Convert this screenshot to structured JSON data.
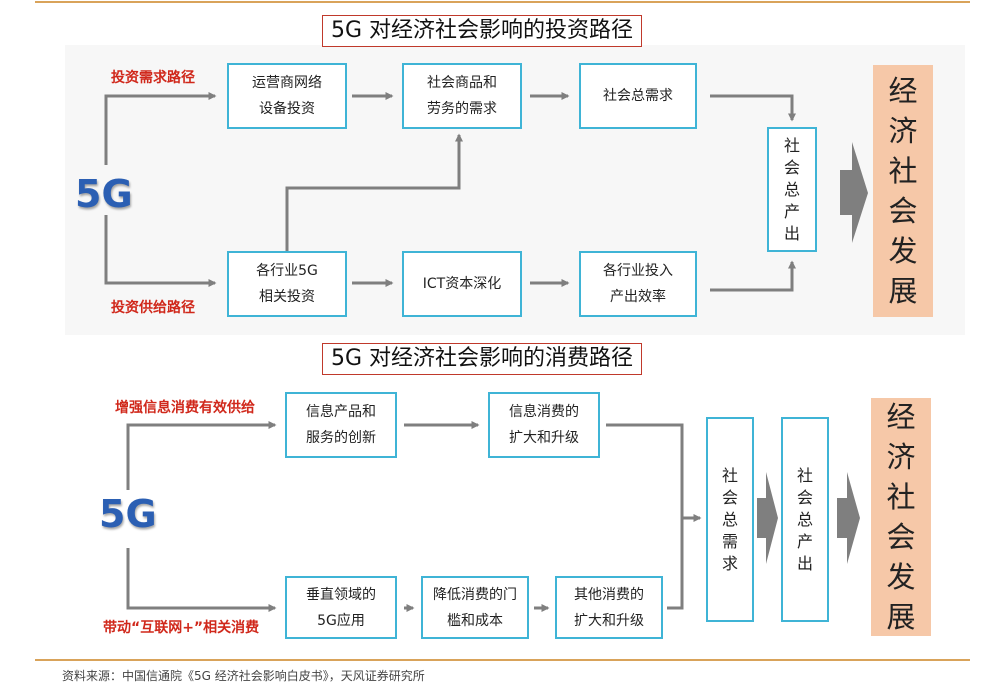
{
  "top": {
    "title": "5G 对经济社会影响的投资路径",
    "label_5g": "5G",
    "path_demand": "投资需求路径",
    "path_supply": "投资供给路径",
    "box_operator": "运营商网络\n设备投资",
    "box_goods": "社会商品和\n劳务的需求",
    "box_total_demand": "社会总需求",
    "box_industry": "各行业5G\n相关投资",
    "box_ict": "ICT资本深化",
    "box_efficiency": "各行业投入\n产出效率",
    "box_total_output": "社会总产出",
    "econ": "经济社会发展"
  },
  "bottom": {
    "title": "5G 对经济社会影响的消费路径",
    "label_5g": "5G",
    "path_supply": "增强信息消费有效供给",
    "path_internet": "带动“互联网+”相关消费",
    "box_innovation": "信息产品和\n服务的创新",
    "box_expand": "信息消费的\n扩大和升级",
    "box_vertical": "垂直领域的\n5G应用",
    "box_threshold": "降低消费的门\n槛和成本",
    "box_other": "其他消费的\n扩大和升级",
    "box_total_demand": "社会总需求",
    "box_total_output": "社会总产出",
    "econ": "经济社会发展"
  },
  "colors": {
    "box_border": "#3fb4d6",
    "arrow": "#7f7f7f",
    "econ_fill": "#f6c8a8",
    "path_label": "#d0281b",
    "label_5g": "#2b5fb3",
    "title_border": "#c0392b",
    "rule": "#d9a35a"
  },
  "source": "资料来源：中国信通院《5G 经济社会影响白皮书》，天风证券研究所"
}
